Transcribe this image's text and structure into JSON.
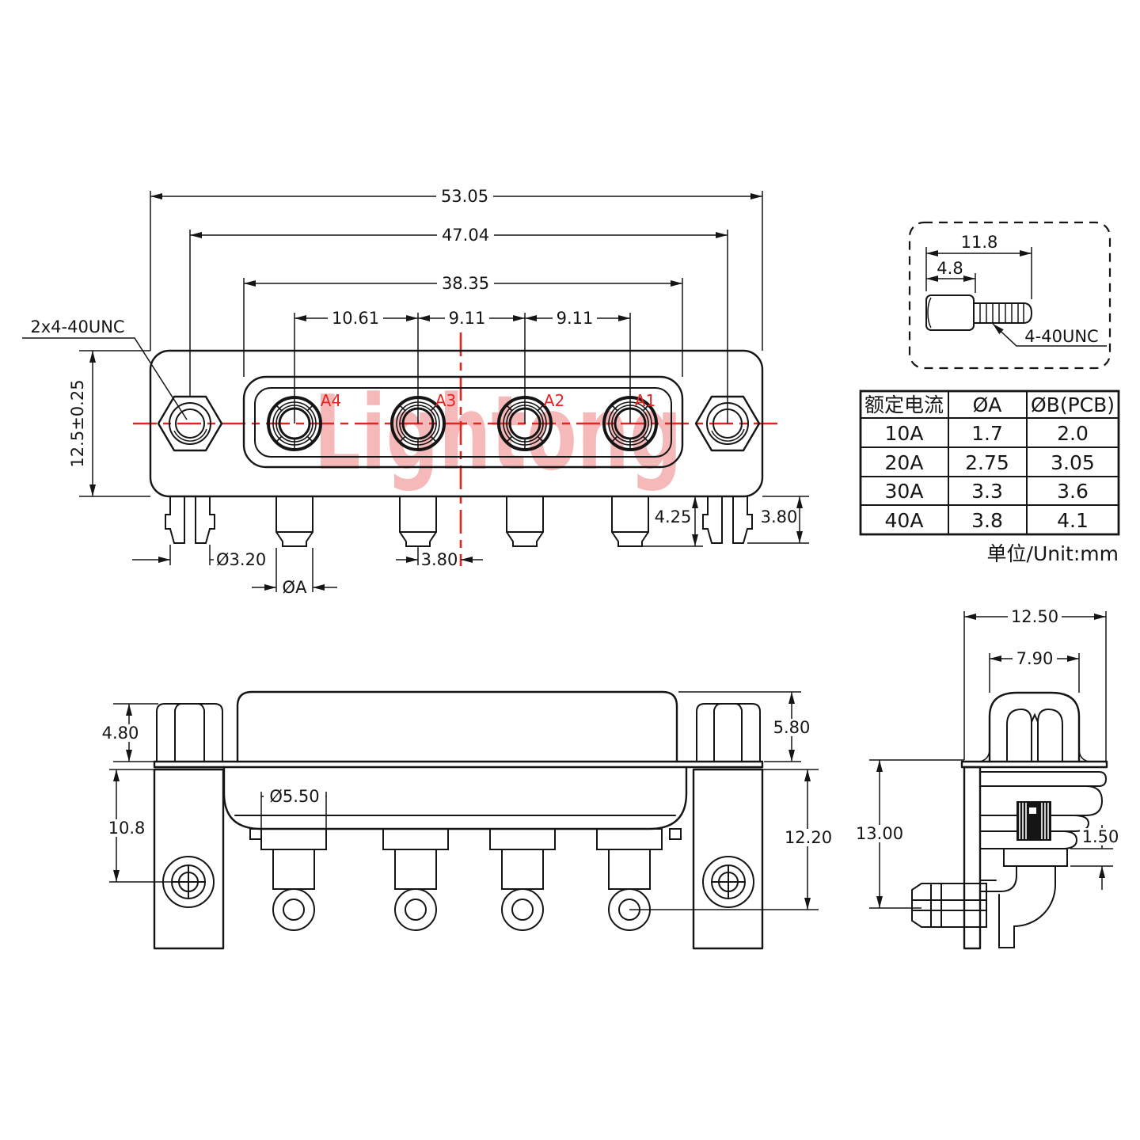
{
  "colors": {
    "line": "#151515",
    "accent_red": "#e8231f",
    "watermark_pink": "#f5b9ba",
    "background": "#ffffff"
  },
  "watermark": {
    "text": "Lightong"
  },
  "front_view": {
    "contact_labels": [
      "A4",
      "A3",
      "A2",
      "A1"
    ],
    "dims": {
      "overall_width": "53.05",
      "screw_spacing": "47.04",
      "insert_width": "38.35",
      "pitch_a4_a3": "10.61",
      "pitch_a3_a2": "9.11",
      "pitch_a2_a1": "9.11",
      "screw_thread": "2x4-40UNC",
      "body_height": "12.5±0.25",
      "boardlock_dia": "Ø3.20",
      "pin_dia": "ØA",
      "center_offset": "3.80",
      "pin_length": "4.25",
      "boardlock_length": "3.80"
    }
  },
  "screw_detail": {
    "dims": {
      "total_length": "11.8",
      "head_length": "4.8"
    },
    "thread_label": "4-40UNC"
  },
  "spec_table": {
    "headers": [
      "额定电流",
      "ØA",
      "ØB(PCB)"
    ],
    "rows": [
      [
        "10A",
        "1.7",
        "2.0"
      ],
      [
        "20A",
        "2.75",
        "3.05"
      ],
      [
        "30A",
        "3.3",
        "3.6"
      ],
      [
        "40A",
        "3.8",
        "4.1"
      ]
    ],
    "unit_note": "单位/Unit:mm"
  },
  "side_view": {
    "dims": {
      "nut_height": "4.80",
      "shell_height": "5.80",
      "hole_offset": "10.8",
      "shoulder_dia": "Ø5.50",
      "pin_depth": "12.20"
    }
  },
  "end_view": {
    "dims": {
      "bracket_width": "12.50",
      "nut_width": "7.90",
      "bracket_height": "13.00",
      "pin_thickness": "1.50"
    }
  }
}
